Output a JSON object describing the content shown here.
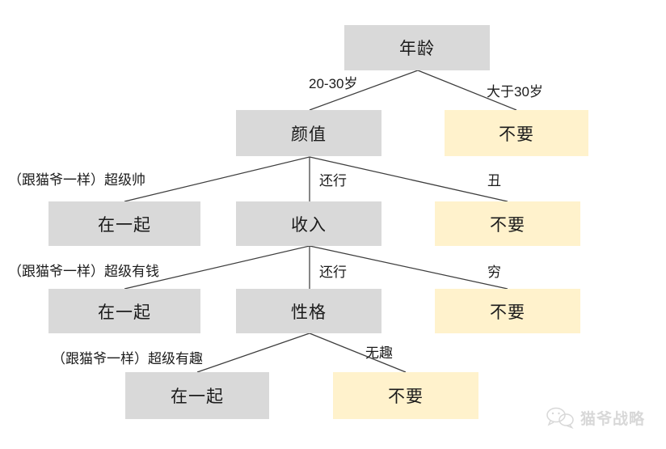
{
  "diagram": {
    "type": "decision-tree",
    "nodes": [
      {
        "label": "年龄",
        "kind": "decision"
      },
      {
        "label": "颜值",
        "kind": "decision"
      },
      {
        "label": "不要",
        "kind": "reject"
      },
      {
        "label": "在一起",
        "kind": "accept"
      },
      {
        "label": "收入",
        "kind": "decision"
      },
      {
        "label": "不要",
        "kind": "reject"
      },
      {
        "label": "在一起",
        "kind": "accept"
      },
      {
        "label": "性格",
        "kind": "decision"
      },
      {
        "label": "不要",
        "kind": "reject"
      },
      {
        "label": "在一起",
        "kind": "accept"
      },
      {
        "label": "不要",
        "kind": "reject"
      }
    ],
    "edges": [
      {
        "from": "年龄",
        "to": "颜值",
        "label": "20-30岁"
      },
      {
        "from": "年龄",
        "to": "不要",
        "label": "大于30岁"
      },
      {
        "from": "颜值",
        "to": "在一起",
        "label": "（跟猫爷一样）超级帅"
      },
      {
        "from": "颜值",
        "to": "收入",
        "label": "还行"
      },
      {
        "from": "颜值",
        "to": "不要",
        "label": "丑"
      },
      {
        "from": "收入",
        "to": "在一起",
        "label": "（跟猫爷一样）超级有钱"
      },
      {
        "from": "收入",
        "to": "性格",
        "label": "还行"
      },
      {
        "from": "收入",
        "to": "不要",
        "label": "穷"
      },
      {
        "from": "性格",
        "to": "在一起",
        "label": "（跟猫爷一样）超级有趣"
      },
      {
        "from": "性格",
        "to": "不要",
        "label": "无趣"
      }
    ],
    "watermark": {
      "icon": "wechat-icon",
      "text": "猫爷战略"
    }
  },
  "colors": {
    "decision_box": "#d9d9d9",
    "outcome_box": "#fff2cc",
    "line": "#3d3d3d",
    "text": "#1b1b1b",
    "watermark_text": "#d8d8d8"
  }
}
